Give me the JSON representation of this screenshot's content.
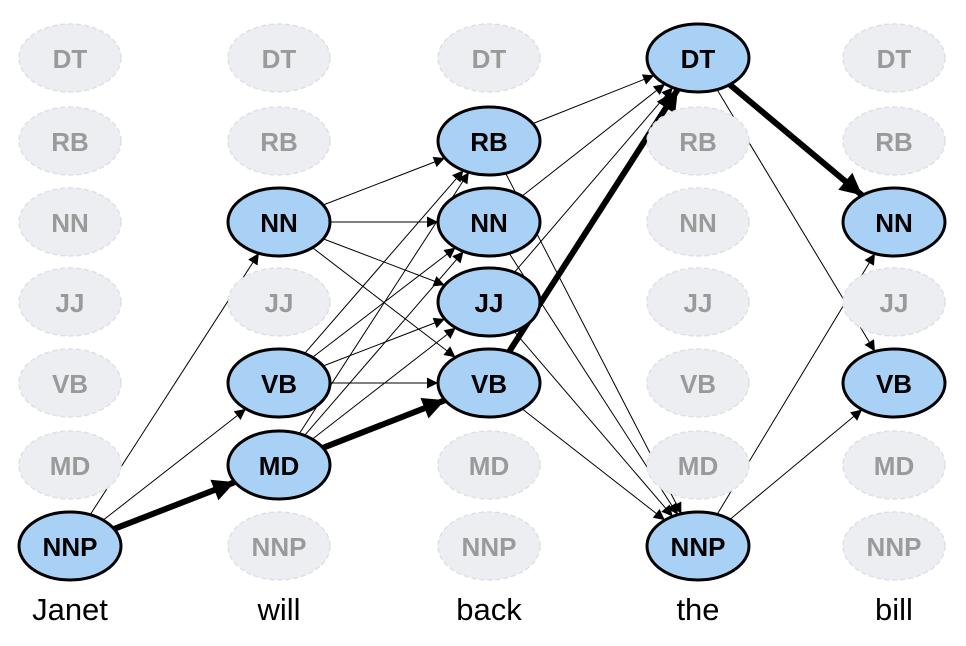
{
  "tags": [
    "DT",
    "RB",
    "NN",
    "JJ",
    "VB",
    "MD",
    "NNP"
  ],
  "words": [
    "Janet",
    "will",
    "back",
    "the",
    "bill"
  ],
  "active": [
    [
      "NNP"
    ],
    [
      "NN",
      "VB",
      "MD"
    ],
    [
      "RB",
      "NN",
      "JJ",
      "VB"
    ],
    [
      "DT",
      "NNP"
    ],
    [
      "NN",
      "VB"
    ]
  ],
  "edges": [
    {
      "from": [
        0,
        "NNP"
      ],
      "to": [
        1,
        "NN"
      ],
      "bold": false
    },
    {
      "from": [
        0,
        "NNP"
      ],
      "to": [
        1,
        "VB"
      ],
      "bold": false
    },
    {
      "from": [
        0,
        "NNP"
      ],
      "to": [
        1,
        "MD"
      ],
      "bold": true
    },
    {
      "from": [
        1,
        "NN"
      ],
      "to": [
        2,
        "RB"
      ],
      "bold": false
    },
    {
      "from": [
        1,
        "NN"
      ],
      "to": [
        2,
        "NN"
      ],
      "bold": false
    },
    {
      "from": [
        1,
        "NN"
      ],
      "to": [
        2,
        "JJ"
      ],
      "bold": false
    },
    {
      "from": [
        1,
        "NN"
      ],
      "to": [
        2,
        "VB"
      ],
      "bold": false
    },
    {
      "from": [
        1,
        "VB"
      ],
      "to": [
        2,
        "RB"
      ],
      "bold": false
    },
    {
      "from": [
        1,
        "VB"
      ],
      "to": [
        2,
        "NN"
      ],
      "bold": false
    },
    {
      "from": [
        1,
        "VB"
      ],
      "to": [
        2,
        "JJ"
      ],
      "bold": false
    },
    {
      "from": [
        1,
        "VB"
      ],
      "to": [
        2,
        "VB"
      ],
      "bold": false
    },
    {
      "from": [
        1,
        "MD"
      ],
      "to": [
        2,
        "RB"
      ],
      "bold": false
    },
    {
      "from": [
        1,
        "MD"
      ],
      "to": [
        2,
        "NN"
      ],
      "bold": false
    },
    {
      "from": [
        1,
        "MD"
      ],
      "to": [
        2,
        "JJ"
      ],
      "bold": false
    },
    {
      "from": [
        1,
        "MD"
      ],
      "to": [
        2,
        "VB"
      ],
      "bold": true
    },
    {
      "from": [
        2,
        "RB"
      ],
      "to": [
        3,
        "DT"
      ],
      "bold": false
    },
    {
      "from": [
        2,
        "NN"
      ],
      "to": [
        3,
        "DT"
      ],
      "bold": false
    },
    {
      "from": [
        2,
        "JJ"
      ],
      "to": [
        3,
        "DT"
      ],
      "bold": false
    },
    {
      "from": [
        2,
        "VB"
      ],
      "to": [
        3,
        "DT"
      ],
      "bold": true
    },
    {
      "from": [
        2,
        "RB"
      ],
      "to": [
        3,
        "NNP"
      ],
      "bold": false
    },
    {
      "from": [
        2,
        "NN"
      ],
      "to": [
        3,
        "NNP"
      ],
      "bold": false
    },
    {
      "from": [
        2,
        "JJ"
      ],
      "to": [
        3,
        "NNP"
      ],
      "bold": false
    },
    {
      "from": [
        2,
        "VB"
      ],
      "to": [
        3,
        "NNP"
      ],
      "bold": false
    },
    {
      "from": [
        3,
        "DT"
      ],
      "to": [
        4,
        "NN"
      ],
      "bold": true
    },
    {
      "from": [
        3,
        "DT"
      ],
      "to": [
        4,
        "VB"
      ],
      "bold": false
    },
    {
      "from": [
        3,
        "NNP"
      ],
      "to": [
        4,
        "NN"
      ],
      "bold": false
    },
    {
      "from": [
        3,
        "NNP"
      ],
      "to": [
        4,
        "VB"
      ],
      "bold": false
    }
  ],
  "colors": {
    "active_fill": "#a9d1f5",
    "active_stroke": "#000000",
    "inactive_fill": "#eceef2",
    "inactive_text": "#9a9a9a"
  }
}
